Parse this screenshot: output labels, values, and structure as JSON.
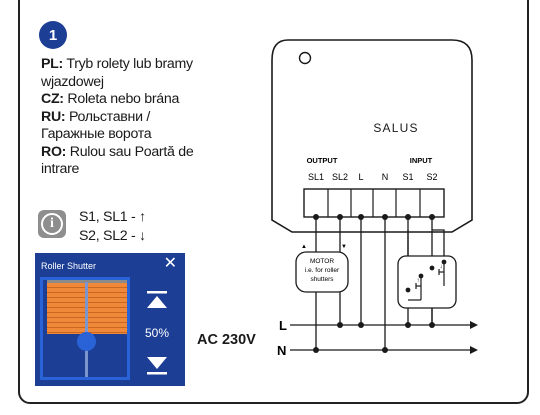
{
  "step_number": "1",
  "languages": [
    {
      "code": "PL:",
      "line1": "Tryb rolety lub bramy",
      "line2": "wjazdowej"
    },
    {
      "code": "CZ:",
      "line1": "Roleta nebo brána",
      "line2": ""
    },
    {
      "code": "RU:",
      "line1": "Рольставни /",
      "line2": "Гаражные ворота"
    },
    {
      "code": "RO:",
      "line1": "Rulou sau Poartă de",
      "line2": "intrare"
    }
  ],
  "info": {
    "icon": "info-icon",
    "line1": "S1, SL1 - ",
    "line2": "S2, SL2 - ",
    "up_arrow": "↑",
    "down_arrow": "↓"
  },
  "app": {
    "title": "Roller Shutter",
    "close_glyph": "✕",
    "position_percent": "50%",
    "position_value": 50,
    "colors": {
      "panel": "#1c3f95",
      "blind": "#f0883a",
      "knob": "#2a63d8"
    }
  },
  "supply": {
    "label": "AC 230V",
    "line_l": "L",
    "line_n": "N"
  },
  "device": {
    "brand": "SALUS",
    "output_label": "OUTPUT",
    "input_label": "INPUT",
    "terminals": [
      "SL1",
      "SL2",
      "L",
      "N",
      "S1",
      "S2"
    ]
  },
  "motor": {
    "line1": "MOTOR",
    "line2": "i.e. for roller",
    "line3": "shutters",
    "up": "▲",
    "down": "▼"
  }
}
